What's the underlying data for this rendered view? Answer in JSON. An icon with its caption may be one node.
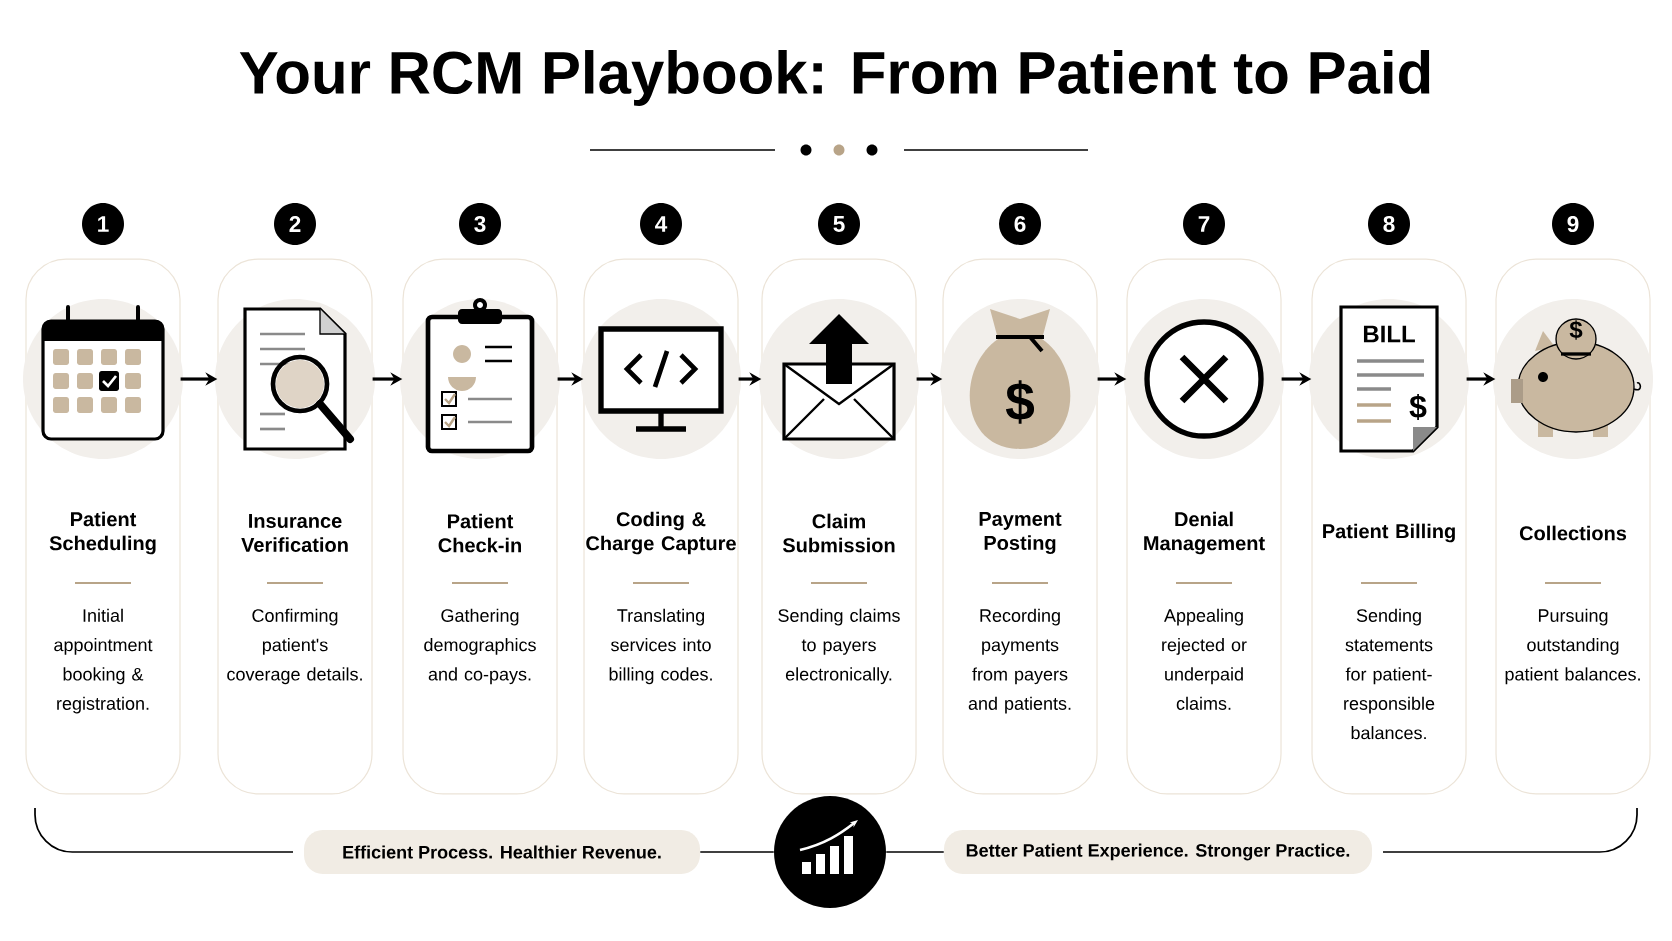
{
  "diagram": {
    "title": "Your RCM Playbook: From Patient to Paid",
    "nodes": [
      {
        "text": [
          "Patient Scheduling",
          "Initial appointment booking & registration."
        ],
        "beside": [
          "1"
        ]
      },
      {
        "text": [
          "Insurance Verification",
          "Confirming patient's coverage details."
        ],
        "beside": [
          "2"
        ]
      },
      {
        "text": [
          "Patient Check-in",
          "Gathering demographics and co-pays."
        ],
        "beside": [
          "3"
        ]
      },
      {
        "text": [
          "Coding & Charge Capture",
          "Translating services into billing codes."
        ],
        "beside": [
          "4"
        ]
      },
      {
        "text": [
          "Claim Submission",
          "Sending claims to payers electronically."
        ],
        "beside": [
          "5"
        ]
      },
      {
        "text": [
          "Payment Posting",
          "Recording payments from payers and patients."
        ],
        "beside": [
          "6"
        ]
      },
      {
        "text": [
          "Denial Management",
          "Appealing rejected or underpaid claims."
        ],
        "beside": [
          "7"
        ]
      },
      {
        "text": [
          "Patient Billing",
          "Sending statements for patient-responsible balances."
        ],
        "beside": [
          "8"
        ]
      },
      {
        "text": [
          "Collections",
          "Pursuing outstanding patient balances."
        ],
        "beside": [
          "9"
        ]
      },
      {
        "text": [
          "Efficient Process. Healthier Revenue."
        ]
      },
      {
        "text": [],
        "shape": "circle"
      },
      {
        "text": [
          "Better Patient Experience. Stronger Practice."
        ]
      }
    ],
    "edges": [
      {
        "from": 0,
        "to": 1,
        "arrow": "to"
      },
      {
        "from": 1,
        "to": 2,
        "arrow": "to"
      },
      {
        "from": 2,
        "to": 3,
        "arrow": "to"
      },
      {
        "from": 3,
        "to": 4,
        "arrow": "to"
      },
      {
        "from": 4,
        "to": 5,
        "arrow": "to"
      },
      {
        "from": 5,
        "to": 6,
        "arrow": "to"
      },
      {
        "from": 6,
        "to": 7,
        "arrow": "to"
      },
      {
        "from": 7,
        "to": 8,
        "arrow": "to"
      },
      {
        "from": 9,
        "to": 10,
        "arrow": "none"
      },
      {
        "from": 10,
        "to": 11,
        "arrow": "none"
      }
    ],
    "labels": [
      "$",
      "BILL",
      "$",
      "$"
    ]
  }
}
